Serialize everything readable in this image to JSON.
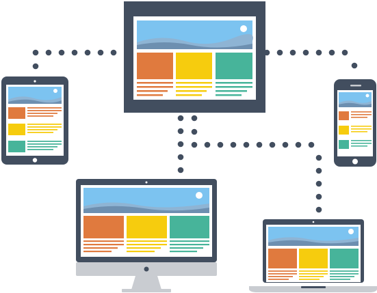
{
  "colors": {
    "device_frame": "#424e5f",
    "screen_bg": "#ffffff",
    "sky": "#7cc3f0",
    "hill_light": "#8eb4d4",
    "hill_dark": "#6d8fb0",
    "sun": "#ffffff",
    "orange": "#e07a3e",
    "yellow": "#f6cc0e",
    "teal": "#47b49a",
    "connector_dot": "#424e5f",
    "monitor_stand": "#c9ccd1",
    "laptop_base": "#c9ccd1"
  },
  "devices": [
    {
      "name": "main-window",
      "type": "window",
      "icon": "browser-window-icon"
    },
    {
      "name": "tablet",
      "type": "tablet",
      "icon": "tablet-icon"
    },
    {
      "name": "phone",
      "type": "phone",
      "icon": "phone-icon"
    },
    {
      "name": "desktop-monitor",
      "type": "monitor",
      "icon": "monitor-icon"
    },
    {
      "name": "laptop",
      "type": "laptop",
      "icon": "laptop-icon"
    }
  ]
}
